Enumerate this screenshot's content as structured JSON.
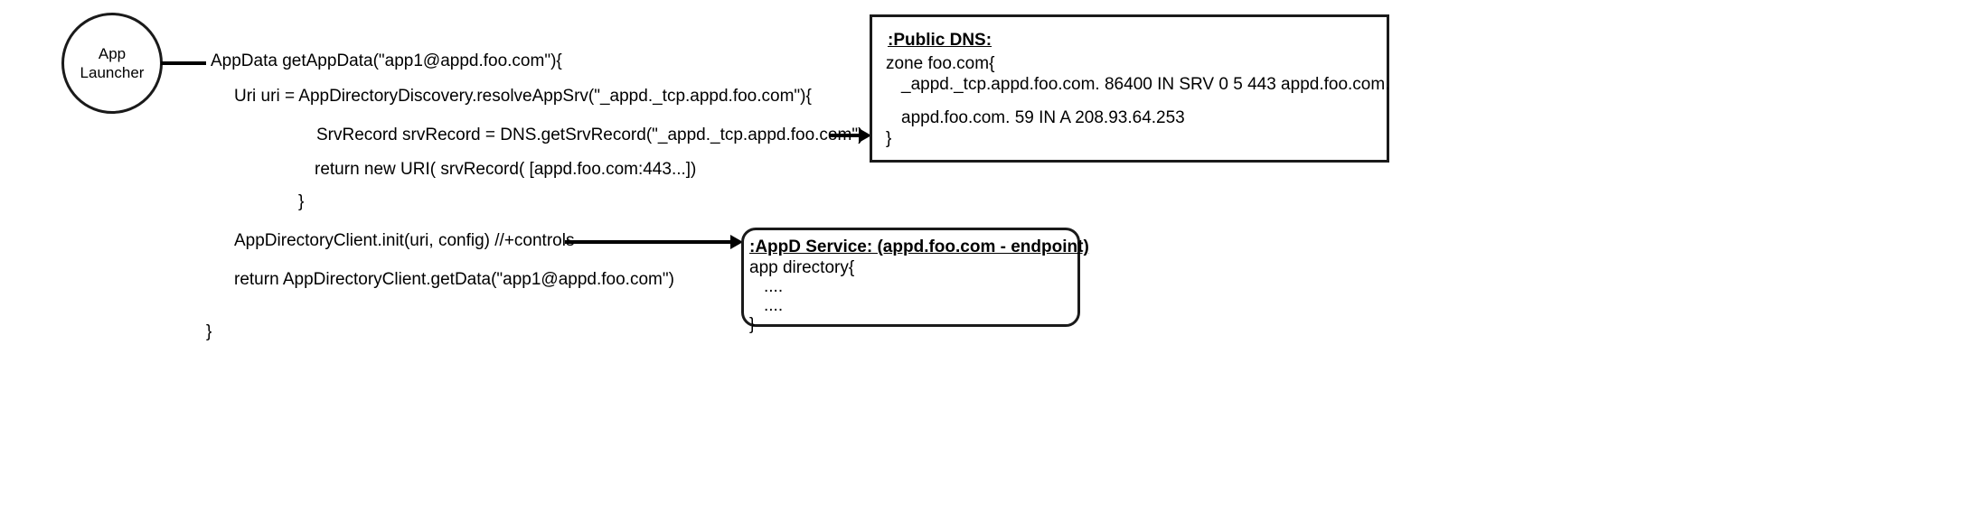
{
  "diagram": {
    "actor": {
      "name": "App Launcher",
      "line1": "App",
      "line2": "Launcher"
    },
    "code_lines": [
      {
        "id": "line-1",
        "text": "AppData getAppData(\"app1@appd.foo.com\"){",
        "indent": 0
      },
      {
        "id": "line-2",
        "text": "Uri uri = AppDirectoryDiscovery.resolveAppSrv(\"_appd._tcp.appd.foo.com\"){",
        "indent": 1
      },
      {
        "id": "line-3",
        "text": "SrvRecord srvRecord =  DNS.getSrvRecord(\"_appd._tcp.appd.foo.com\")",
        "indent": 2
      },
      {
        "id": "line-4",
        "text": "return new URI( srvRecord( [appd.foo.com:443...])",
        "indent": 2
      },
      {
        "id": "line-5",
        "text": "}",
        "indent": 2
      },
      {
        "id": "line-6",
        "text": "AppDirectoryClient.init(uri, config) //+controls",
        "indent": 1
      },
      {
        "id": "line-7",
        "text": "return  AppDirectoryClient.getData(\"app1@appd.foo.com\")",
        "indent": 1
      },
      {
        "id": "line-8",
        "text": "}",
        "indent": 0
      }
    ],
    "dns_box": {
      "title": ":Public DNS:",
      "rows": [
        "zone foo.com{",
        "_appd._tcp.appd.foo.com. 86400 IN SRV 0 5 443 appd.foo.com.",
        "appd.foo.com. 59 IN A 208.93.64.253",
        "}"
      ]
    },
    "appd_box": {
      "title": ":AppD Service: (appd.foo.com - endpoint)",
      "rows": [
        "app directory{",
        "....",
        "....",
        "}"
      ]
    },
    "colors": {
      "stroke": "#1a1a1a",
      "arrow": "#000000",
      "background": "#ffffff",
      "text": "#000000"
    }
  }
}
